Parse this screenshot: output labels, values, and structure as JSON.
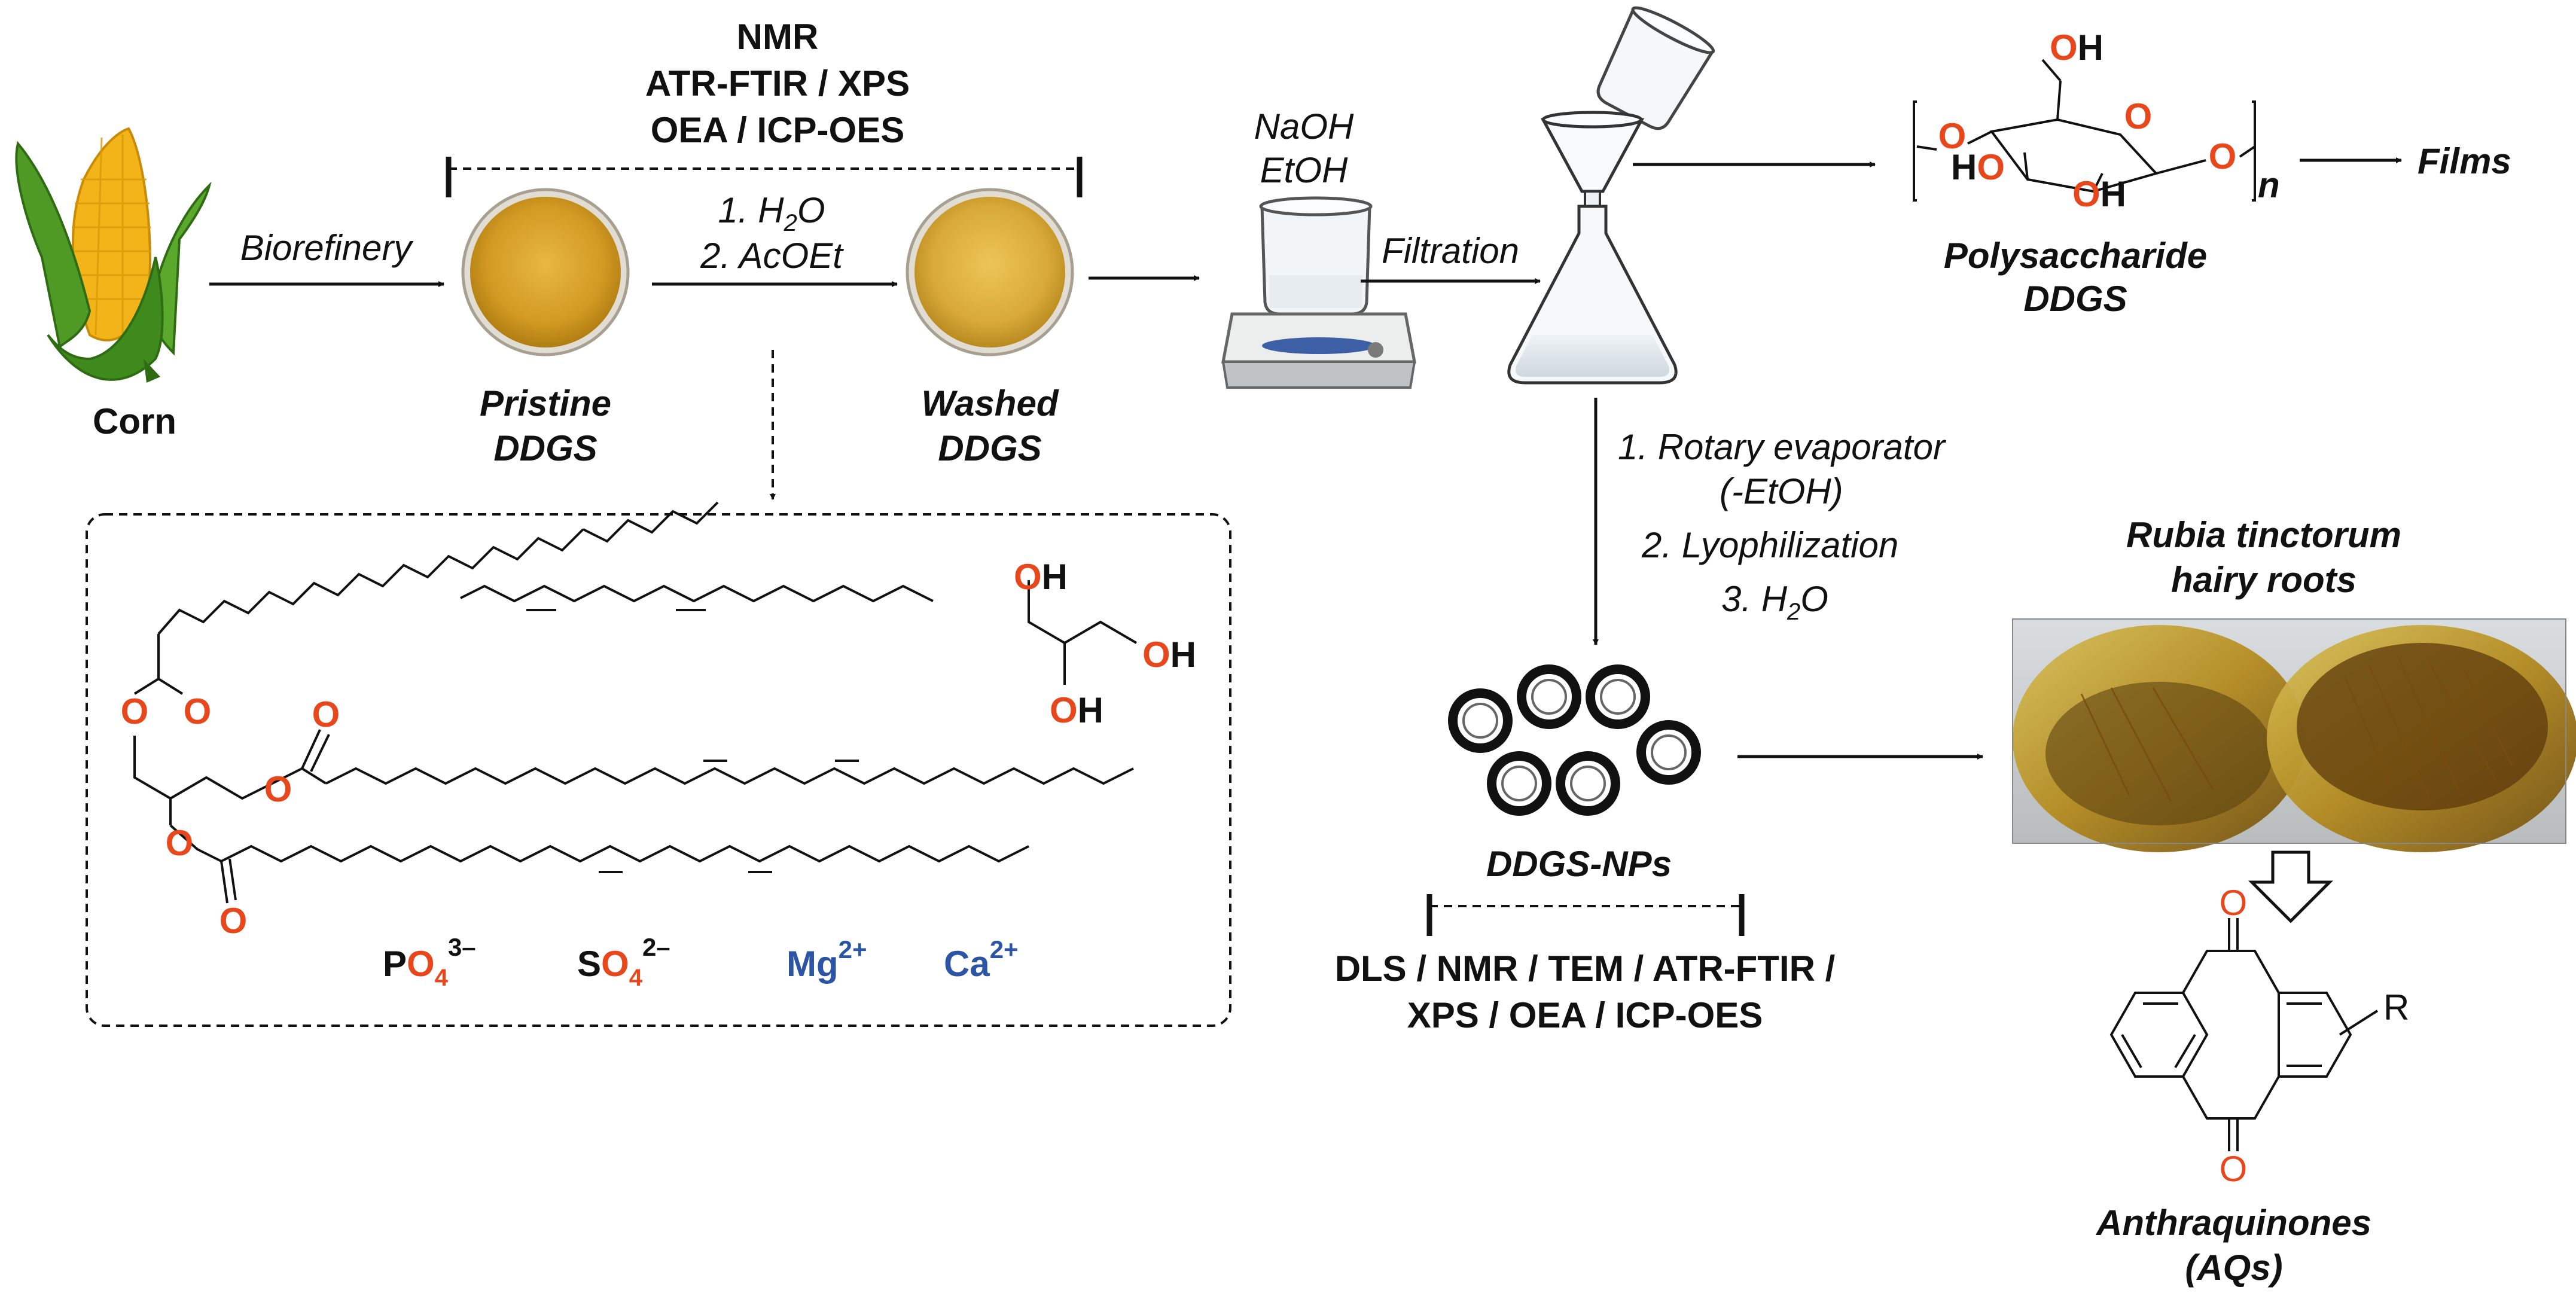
{
  "labels": {
    "corn": "Corn",
    "biorefinery": "Biorefinery",
    "pristine_line1": "Pristine",
    "pristine_line2": "DDGS",
    "washed_line1": "Washed",
    "washed_line2": "DDGS",
    "wash_step1": "1. H",
    "wash_step1_sub": "2",
    "wash_step1_end": "O",
    "wash_step2": "2. AcOEt",
    "analysis_top_1": "NMR",
    "analysis_top_2": "ATR-FTIR / XPS",
    "analysis_top_3": "OEA / ICP-OES",
    "naoh": "NaOH",
    "etoh": "EtOH",
    "filtration": "Filtration",
    "polysaccharide_line1": "Polysaccharide",
    "polysaccharide_line2": "DDGS",
    "films": "Films",
    "repeat_n": "n",
    "step_rotary": "1. Rotary evaporator",
    "step_rotary_2": "(-EtOH)",
    "step_lyoph": "2. Lyophilization",
    "step_water": "3. H",
    "step_water_sub": "2",
    "step_water_end": "O",
    "nps": "DDGS-NPs",
    "analysis_np_1": "DLS / NMR / TEM / ATR-FTIR /",
    "analysis_np_2": "XPS / OEA / ICP-OES",
    "rubia_line1": "Rubia tinctorum",
    "rubia_line2": "hairy roots",
    "aq_line1": "Anthraquinones",
    "aq_line2": "(AQs)",
    "aq_R": "R",
    "ion_p": "P",
    "ion_p_o": "O",
    "ion_p_sub": "4",
    "ion_p_sup": "3–",
    "ion_s": "S",
    "ion_s_o": "O",
    "ion_s_sub": "4",
    "ion_s_sup": "2–",
    "ion_mg": "Mg",
    "ion_mg_sup": "2+",
    "ion_ca": "Ca",
    "ion_ca_sup": "2+",
    "atom_O": "O",
    "atom_H": "H",
    "atom_OH": "OH",
    "atom_HO": "HO"
  },
  "colors": {
    "heteroatom": "#e8461b",
    "cation": "#2d55a6",
    "ddgs_powder": "#d9a52b",
    "corn_kernel": "#f2b418",
    "corn_leaf": "#4f9a25",
    "culture_medium": "#b99022"
  }
}
